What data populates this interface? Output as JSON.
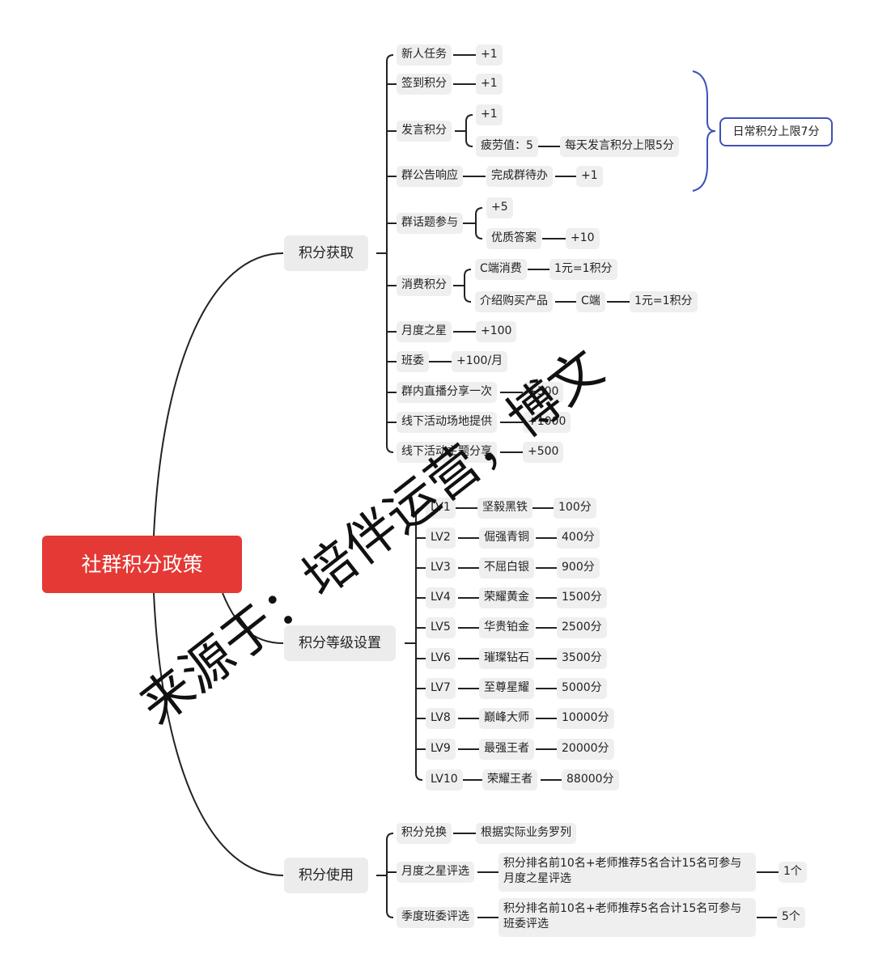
{
  "root": "社群积分政策",
  "branches": {
    "acquire": "积分获取",
    "levels": "积分等级设置",
    "usage": "积分使用"
  },
  "acquire": {
    "newbie": {
      "label": "新人任务",
      "value": "+1"
    },
    "checkin": {
      "label": "签到积分",
      "value": "+1"
    },
    "speak": {
      "label": "发言积分",
      "value": "+1",
      "fatigue": "疲劳值：5",
      "fatigue_note": "每天发言积分上限5分"
    },
    "notice": {
      "label": "群公告响应",
      "task": "完成群待办",
      "value": "+1"
    },
    "topic": {
      "label": "群话题参与",
      "value": "+5",
      "quality": "优质答案",
      "quality_value": "+10"
    },
    "consume": {
      "label": "消费积分",
      "c_consume": "C端消费",
      "c_rate": "1元=1积分",
      "refer": "介绍购买产品",
      "refer_c": "C端",
      "refer_rate": "1元=1积分"
    },
    "monthly_star": {
      "label": "月度之星",
      "value": "+100"
    },
    "committee": {
      "label": "班委",
      "value": "+100/月"
    },
    "live_share": {
      "label": "群内直播分享一次",
      "value": "+300"
    },
    "venue": {
      "label": "线下活动场地提供",
      "value": "+1000"
    },
    "offline_share": {
      "label": "线下活动主题分享",
      "value": "+500"
    },
    "daily_limit": "日常积分上限7分"
  },
  "levels": [
    {
      "lv": "LV1",
      "name": "坚毅黑铁",
      "points": "100分"
    },
    {
      "lv": "LV2",
      "name": "倔强青铜",
      "points": "400分"
    },
    {
      "lv": "LV3",
      "name": "不屈白银",
      "points": "900分"
    },
    {
      "lv": "LV4",
      "name": "荣耀黄金",
      "points": "1500分"
    },
    {
      "lv": "LV5",
      "name": "华贵铂金",
      "points": "2500分"
    },
    {
      "lv": "LV6",
      "name": "璀璨钻石",
      "points": "3500分"
    },
    {
      "lv": "LV7",
      "name": "至尊星耀",
      "points": "5000分"
    },
    {
      "lv": "LV8",
      "name": "巅峰大师",
      "points": "10000分"
    },
    {
      "lv": "LV9",
      "name": "最强王者",
      "points": "20000分"
    },
    {
      "lv": "LV10",
      "name": "荣耀王者",
      "points": "88000分"
    }
  ],
  "usage": {
    "exchange": {
      "label": "积分兑换",
      "desc": "根据实际业务罗列"
    },
    "monthly_star": {
      "label": "月度之星评选",
      "desc": "积分排名前10名+老师推荐5名合计15名可参与月度之星评选",
      "count": "1个"
    },
    "quarter_committee": {
      "label": "季度班委评选",
      "desc": "积分排名前10名+老师推荐5名合计15名可参与班委评选",
      "count": "5个"
    }
  },
  "watermark": "来源于：培伴运营，博文",
  "colors": {
    "root": "#e53935",
    "summary_border": "#3f51b5",
    "node_bg": "#efefef",
    "line": "#222222"
  }
}
